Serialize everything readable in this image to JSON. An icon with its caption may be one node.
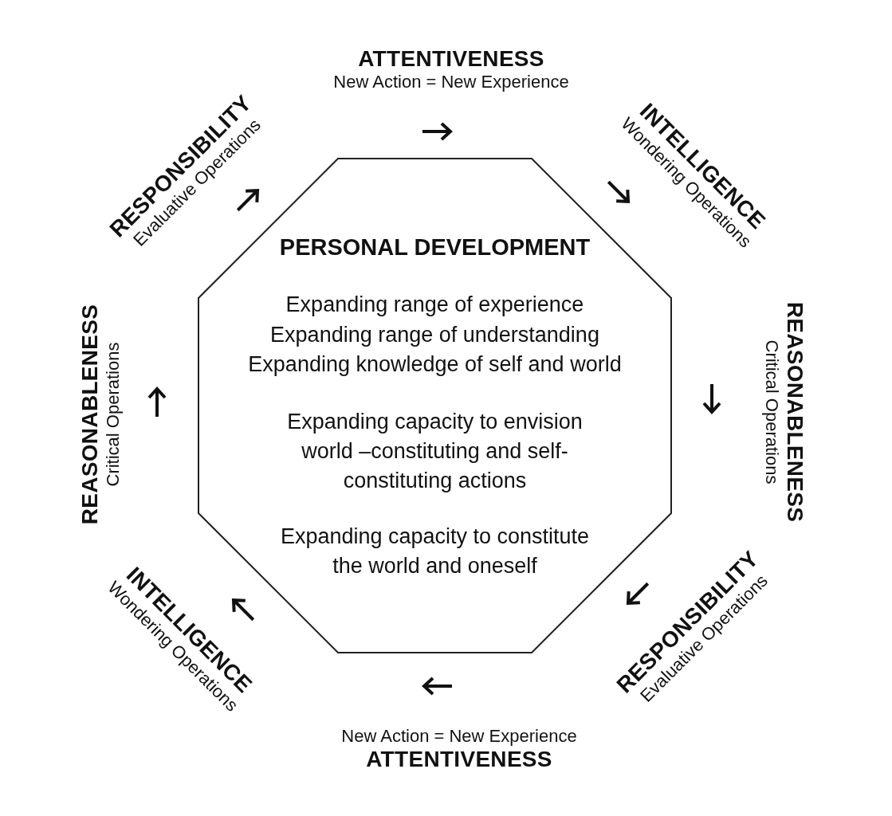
{
  "diagram": {
    "nodes": [
      {
        "text": [
          "PERSONAL DEVELOPMENT",
          "Expanding range of experience",
          "Expanding range of understanding",
          "Expanding knowledge of self and world",
          "Expanding capacity to envision world –constituting and self-constituting actions",
          "Expanding capacity to constitute the world and oneself"
        ]
      },
      {
        "text": [
          "ATTENTIVENESS",
          "New Action = New Experience"
        ]
      },
      {
        "text": [
          "INTELLIGENCE",
          "Wondering Operations"
        ]
      },
      {
        "text": [
          "REASONABLENESS",
          "Critical Operations"
        ]
      },
      {
        "text": [
          "RESPONSIBILITY",
          "Evaluative Operations"
        ]
      },
      {
        "text": [
          "New Action = New Experience",
          "ATTENTIVENESS"
        ]
      },
      {
        "text": [
          "INTELLIGENCE",
          "Wondering Operations"
        ]
      },
      {
        "text": [
          "REASONABLENESS",
          "Critical Operations"
        ]
      },
      {
        "text": [
          "RESPONSIBILITY",
          "Evaluative Operations"
        ]
      }
    ]
  }
}
